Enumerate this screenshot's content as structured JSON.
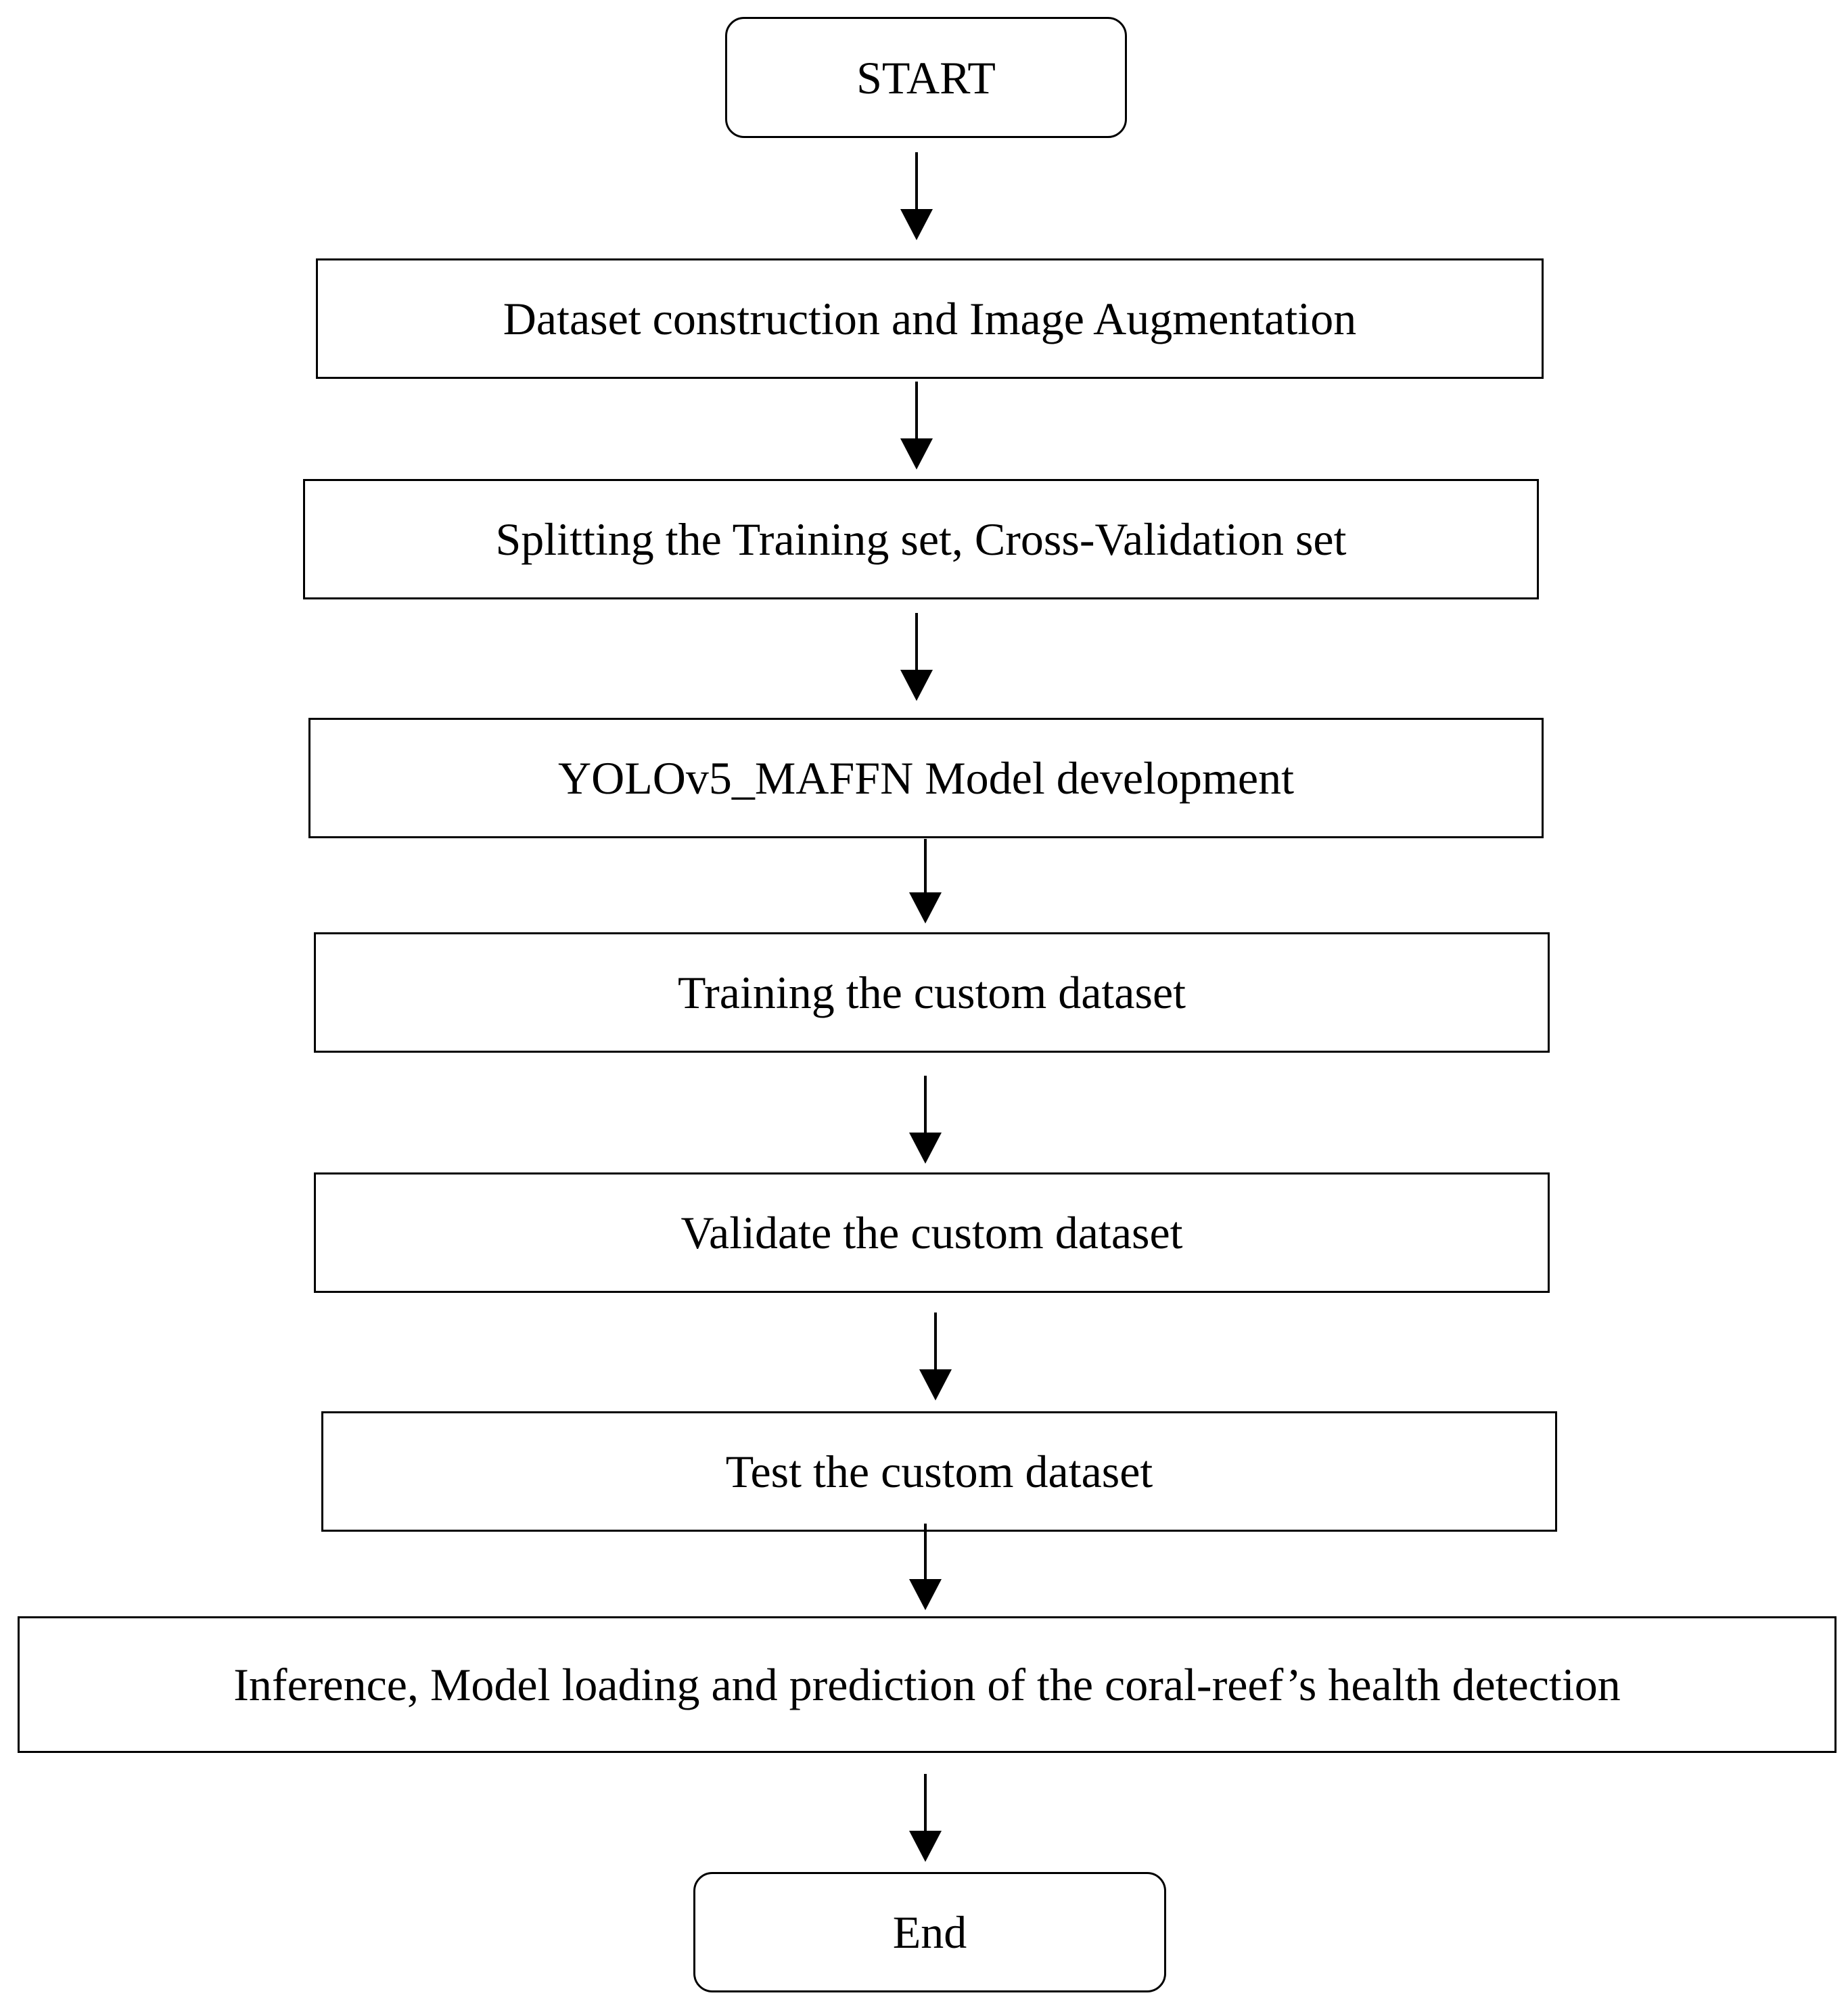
{
  "flowchart": {
    "start": "START",
    "steps": [
      "Dataset construction and Image Augmentation",
      "Splitting the Training set, Cross-Validation set",
      "YOLOv5_MAFFN Model development",
      "Training the custom dataset",
      "Validate the custom dataset",
      "Test the custom dataset",
      "Inference, Model loading and prediction of the coral-reef’s health detection"
    ],
    "end": "End"
  }
}
